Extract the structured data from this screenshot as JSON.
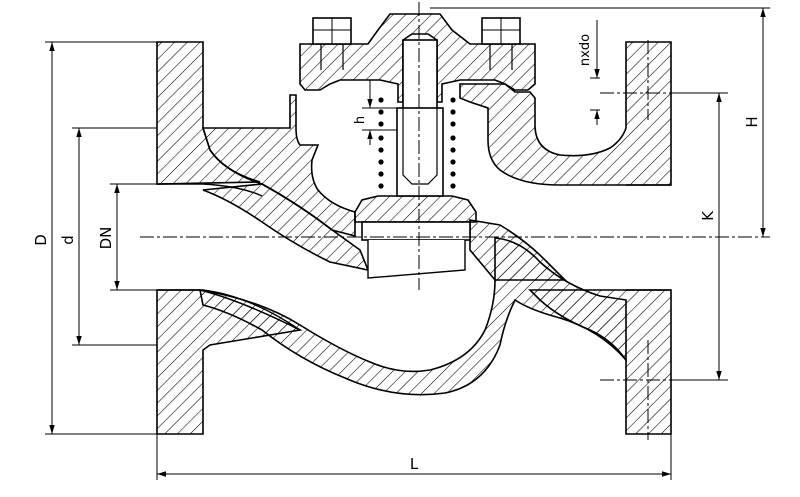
{
  "drawing": {
    "labels": {
      "D": "D",
      "d": "d",
      "DN": "DN",
      "h": "h",
      "nxdo": "nxdo",
      "H": "H",
      "K": "K",
      "L": "L"
    },
    "colors": {
      "line": "#000000",
      "hatch": "#000000",
      "background": "#ffffff"
    }
  }
}
